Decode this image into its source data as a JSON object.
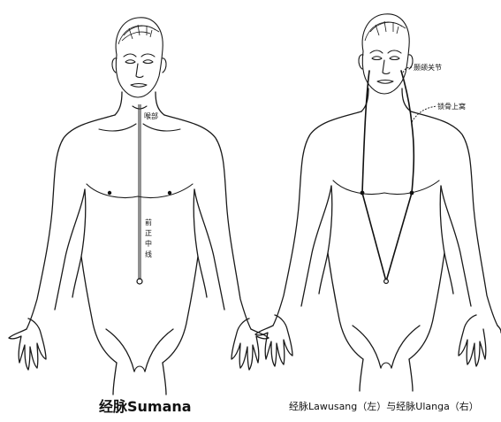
{
  "left_figure": {
    "label_throat": "喉部",
    "label_midline_chars": [
      "前",
      "正",
      "中",
      "线"
    ],
    "caption": "经脉Sumana"
  },
  "right_figure": {
    "label_jaw_joint": "颞颌关节",
    "label_supraclavicular": "锁骨上窝",
    "caption": "经脉Lawusang（左）与经脉Ulanga（右）"
  }
}
